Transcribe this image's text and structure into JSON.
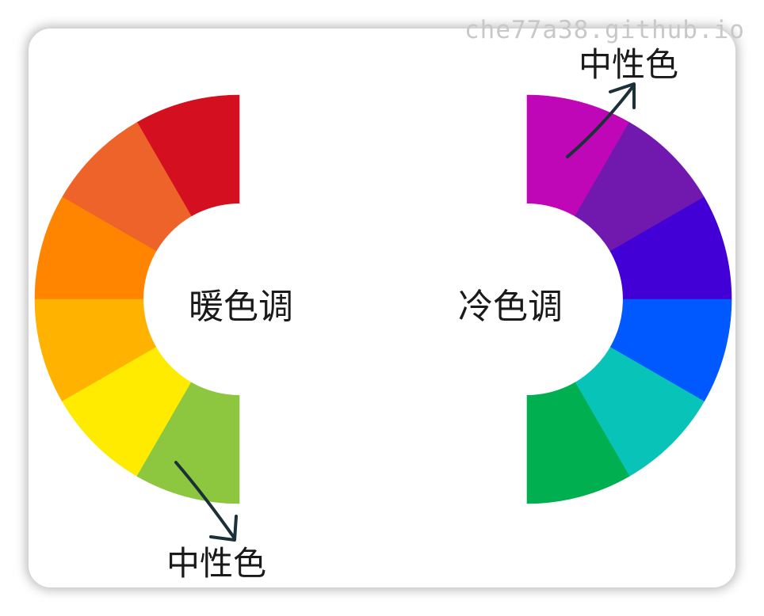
{
  "watermark": "che77a38.github.io",
  "warm": {
    "label": "暖色调",
    "neutral_label": "中性色",
    "segments": [
      {
        "color": "#d40f20"
      },
      {
        "color": "#ee6329"
      },
      {
        "color": "#ff8500"
      },
      {
        "color": "#ffb300"
      },
      {
        "color": "#ffeb00"
      },
      {
        "color": "#8dc63f"
      }
    ]
  },
  "cool": {
    "label": "冷色调",
    "neutral_label": "中性色",
    "segments": [
      {
        "color": "#c007b7"
      },
      {
        "color": "#7119af"
      },
      {
        "color": "#4200d6"
      },
      {
        "color": "#0059ff"
      },
      {
        "color": "#08c4b8"
      },
      {
        "color": "#00b050"
      }
    ]
  },
  "arrow_color": "#1b3038"
}
